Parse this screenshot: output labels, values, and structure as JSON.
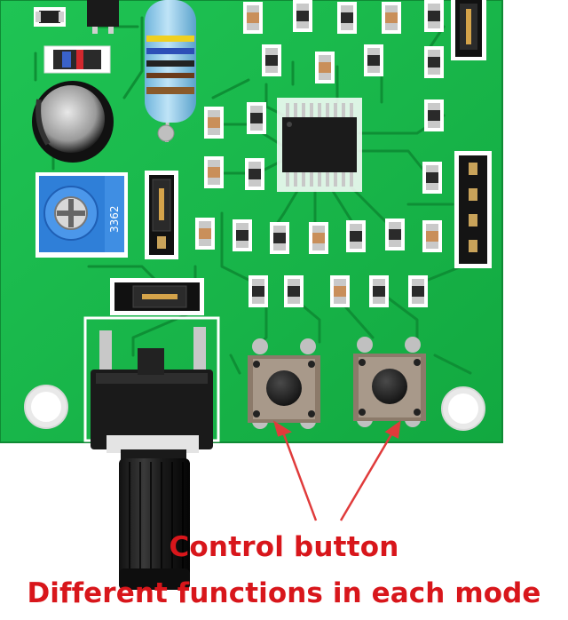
{
  "image": {
    "board_color": "#18b84a",
    "trace_color": "#0e8f35",
    "arrow_color": "#e03b3b",
    "caption_color": "#d8161b"
  },
  "board": {
    "potentiometer_label": "3362"
  },
  "captions": {
    "line1": "Control button",
    "line2": "Different functions in each mode"
  }
}
